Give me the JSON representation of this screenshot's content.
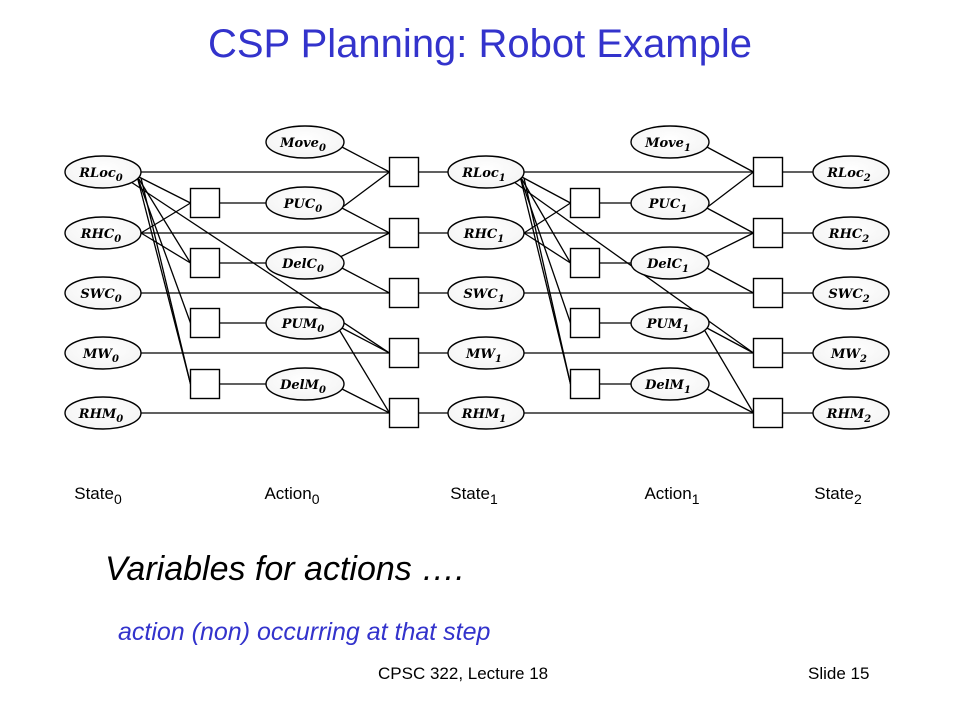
{
  "slide": {
    "title": "CSP Planning: Robot Example",
    "subtitle": "Variables for actions ….",
    "note": "action (non) occurring at that  step",
    "course": "CPSC 322, Lecture 18",
    "slide_number": "Slide 15"
  },
  "diagram": {
    "state_nodes": [
      {
        "name": "RLoc",
        "stage": "0"
      },
      {
        "name": "RHC",
        "stage": "0"
      },
      {
        "name": "SWC",
        "stage": "0"
      },
      {
        "name": "MW",
        "stage": "0"
      },
      {
        "name": "RHM",
        "stage": "0"
      },
      {
        "name": "RLoc",
        "stage": "1"
      },
      {
        "name": "RHC",
        "stage": "1"
      },
      {
        "name": "SWC",
        "stage": "1"
      },
      {
        "name": "MW",
        "stage": "1"
      },
      {
        "name": "RHM",
        "stage": "1"
      },
      {
        "name": "RLoc",
        "stage": "2"
      },
      {
        "name": "RHC",
        "stage": "2"
      },
      {
        "name": "SWC",
        "stage": "2"
      },
      {
        "name": "MW",
        "stage": "2"
      },
      {
        "name": "RHM",
        "stage": "2"
      }
    ],
    "action_nodes": [
      {
        "name": "Move",
        "stage": "0"
      },
      {
        "name": "PUC",
        "stage": "0"
      },
      {
        "name": "DelC",
        "stage": "0"
      },
      {
        "name": "PUM",
        "stage": "0"
      },
      {
        "name": "DelM",
        "stage": "0"
      },
      {
        "name": "Move",
        "stage": "1"
      },
      {
        "name": "PUC",
        "stage": "1"
      },
      {
        "name": "DelC",
        "stage": "1"
      },
      {
        "name": "PUM",
        "stage": "1"
      },
      {
        "name": "DelM",
        "stage": "1"
      }
    ],
    "column_labels": [
      {
        "name": "State",
        "stage": "0"
      },
      {
        "name": "Action",
        "stage": "0"
      },
      {
        "name": "State",
        "stage": "1"
      },
      {
        "name": "Action",
        "stage": "1"
      },
      {
        "name": "State",
        "stage": "2"
      }
    ],
    "colors": {
      "title": "#3333cc",
      "note": "#3333cc",
      "node_fill": "#ffffff",
      "node_stroke": "#000000",
      "edge": "#000000"
    }
  }
}
